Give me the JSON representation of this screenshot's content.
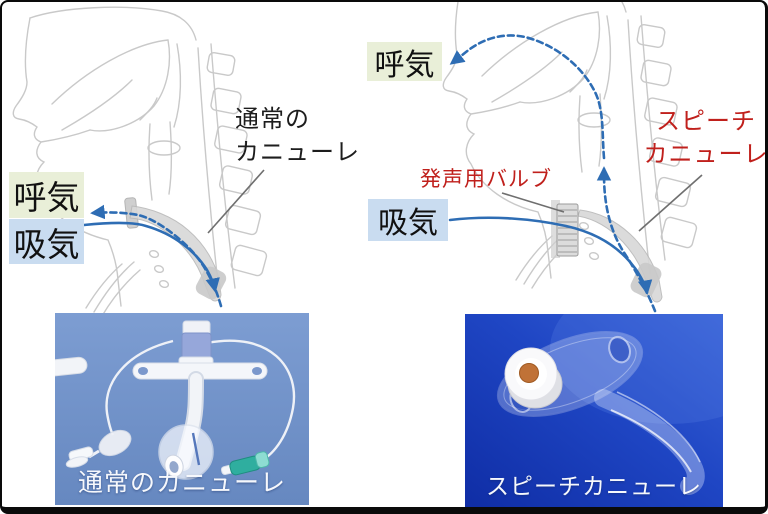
{
  "left_diagram": {
    "device_label_line1": "通常の",
    "device_label_line2": "カニューレ",
    "exhale_label": "呼気",
    "inhale_label": "吸気"
  },
  "right_diagram": {
    "exhale_label": "呼気",
    "inhale_label": "吸気",
    "valve_label": "発声用バルブ",
    "device_label_line1": "スピーチ",
    "device_label_line2": "カニューレ"
  },
  "photos": {
    "left_caption": "通常のカニューレ",
    "right_caption": "スピーチカニューレ"
  },
  "colors": {
    "exhale_label_bg": "#e9efd8",
    "inhale_label_bg": "#c9dcf0",
    "flow_arrow_blue": "#2e6db4",
    "device_label_red": "#c0201c",
    "anatomy_outline_gray": "#c9c9c9",
    "photo_left_bg": "#6e90c8",
    "photo_right_bg": "#1b3fbd"
  }
}
